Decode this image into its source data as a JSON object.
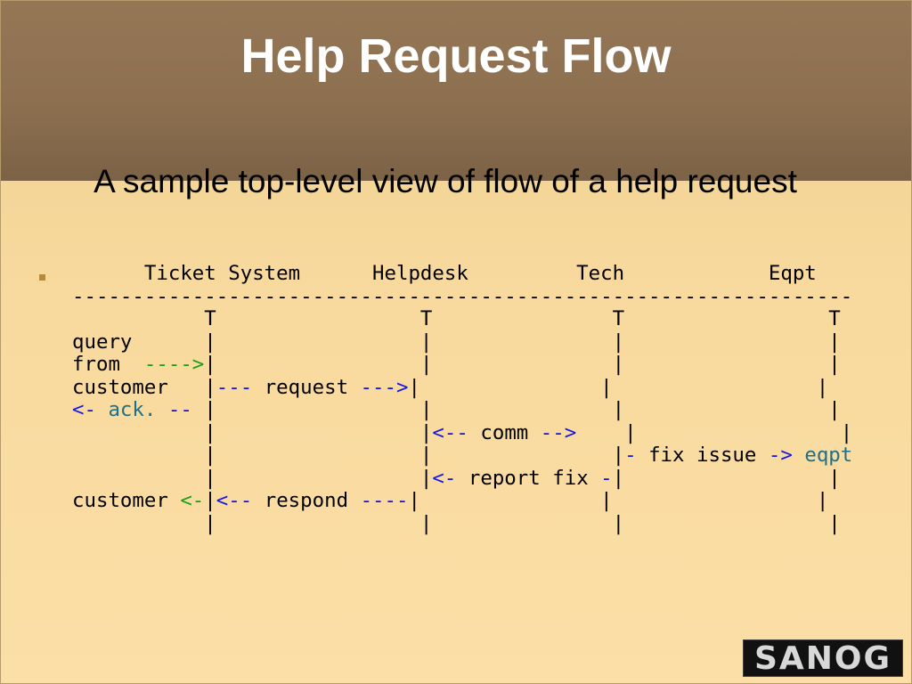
{
  "slide": {
    "title": "Help Request Flow",
    "subtitle": "A sample top-level view of flow of a help request"
  },
  "flow_diagram": {
    "lines": [
      [
        {
          "t": "      Ticket System      Helpdesk         Tech            Eqpt",
          "c": "plain"
        }
      ],
      [
        {
          "t": "-----------------------------------------------------------------",
          "c": "plain"
        }
      ],
      [
        {
          "t": "           T                 T               T                 T",
          "c": "plain"
        }
      ],
      [
        {
          "t": "query      |                 |               |                 |",
          "c": "plain"
        }
      ],
      [
        {
          "t": "from  ",
          "c": "plain"
        },
        {
          "t": "---->",
          "c": "green"
        },
        {
          "t": "|                 |               |                 |",
          "c": "plain"
        }
      ],
      [
        {
          "t": "customer   |",
          "c": "plain"
        },
        {
          "t": "---",
          "c": "blue"
        },
        {
          "t": " request ",
          "c": "plain"
        },
        {
          "t": "--->",
          "c": "blue"
        },
        {
          "t": "|               |                 |",
          "c": "plain"
        }
      ],
      [
        {
          "t": "<-",
          "c": "blue"
        },
        {
          "t": " ack. ",
          "c": "teal"
        },
        {
          "t": "--",
          "c": "blue"
        },
        {
          "t": " |                 |               |                 |",
          "c": "plain"
        }
      ],
      [
        {
          "t": "           |                 |",
          "c": "plain"
        },
        {
          "t": "<--",
          "c": "blue"
        },
        {
          "t": " comm ",
          "c": "plain"
        },
        {
          "t": "-->",
          "c": "blue"
        },
        {
          "t": "    |                 |",
          "c": "plain"
        }
      ],
      [
        {
          "t": "           |                 |               |",
          "c": "plain"
        },
        {
          "t": "-",
          "c": "blue"
        },
        {
          "t": " fix issue ",
          "c": "plain"
        },
        {
          "t": "->",
          "c": "blue"
        },
        {
          "t": " eqpt",
          "c": "teal"
        }
      ],
      [
        {
          "t": "           |                 |",
          "c": "plain"
        },
        {
          "t": "<-",
          "c": "blue"
        },
        {
          "t": " report fix ",
          "c": "plain"
        },
        {
          "t": "-",
          "c": "blue"
        },
        {
          "t": "|                 |",
          "c": "plain"
        }
      ],
      [
        {
          "t": "customer ",
          "c": "plain"
        },
        {
          "t": "<-",
          "c": "green"
        },
        {
          "t": "|",
          "c": "plain"
        },
        {
          "t": "<--",
          "c": "blue"
        },
        {
          "t": " respond ",
          "c": "plain"
        },
        {
          "t": "----",
          "c": "blue"
        },
        {
          "t": "|               |                 |",
          "c": "plain"
        }
      ],
      [
        {
          "t": "           |                 |               |                 |",
          "c": "plain"
        }
      ]
    ]
  },
  "logo": {
    "text": "SANOG",
    "background": "#111111",
    "foreground": "#d8d8d8"
  },
  "colors": {
    "green": "#18a018",
    "blue": "#1515e6",
    "teal": "#1f6f86",
    "title_band": "#8d7050",
    "bullet": "#b58a3c"
  }
}
